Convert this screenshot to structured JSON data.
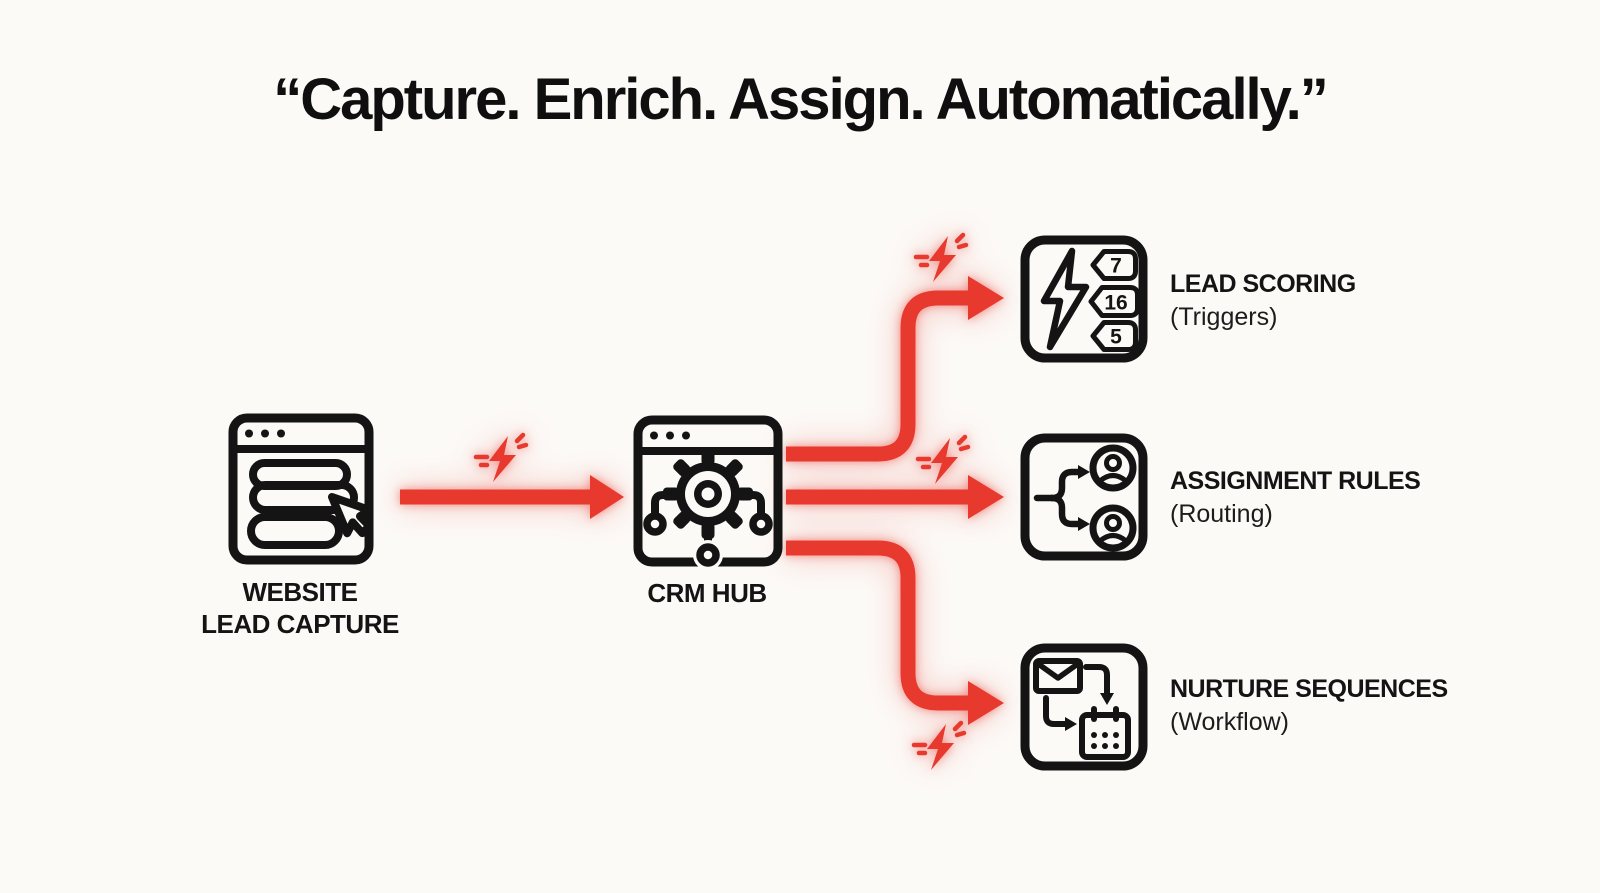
{
  "title": "“Capture. Enrich. Assign. Automatically.”",
  "colors": {
    "background": "#FCFAF7",
    "ink": "#141414",
    "accent_red": "#E8392E"
  },
  "nodes": {
    "website": {
      "id": "website-lead-capture",
      "label_line1": "WEBSITE",
      "label_line2": "LEAD CAPTURE",
      "icon": "browser-form-cursor-icon"
    },
    "crm_hub": {
      "id": "crm-hub",
      "label": "CRM HUB",
      "icon": "browser-gear-network-icon"
    },
    "lead_scoring": {
      "id": "lead-scoring",
      "label": "LEAD SCORING",
      "sublabel": "(Triggers)",
      "icon": "lightning-score-tags-icon",
      "score_tags": [
        "7",
        "16",
        "5"
      ]
    },
    "assignment_rules": {
      "id": "assignment-rules",
      "label": "ASSIGNMENT RULES",
      "sublabel": "(Routing)",
      "icon": "branch-to-users-icon"
    },
    "nurture_sequences": {
      "id": "nurture-sequences",
      "label": "NURTURE SEQUENCES",
      "sublabel": "(Workflow)",
      "icon": "email-calendar-workflow-icon"
    }
  },
  "connections": [
    {
      "from": "website-lead-capture",
      "to": "crm-hub",
      "marker": "zap-icon"
    },
    {
      "from": "crm-hub",
      "to": "lead-scoring",
      "marker": "zap-icon"
    },
    {
      "from": "crm-hub",
      "to": "assignment-rules",
      "marker": "zap-icon"
    },
    {
      "from": "crm-hub",
      "to": "nurture-sequences",
      "marker": "zap-icon"
    }
  ]
}
